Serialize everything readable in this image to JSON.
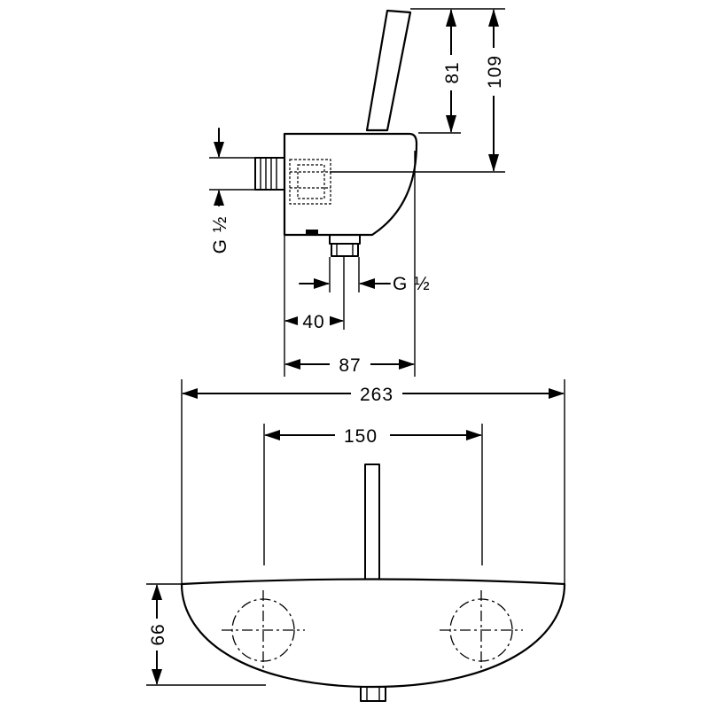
{
  "dimensions": {
    "handle_height": "81",
    "total_height": "109",
    "thread_inlet": "G ½",
    "thread_outlet": "G ½",
    "outlet_offset": "40",
    "depth": "87",
    "width": "263",
    "connection_spacing": "150",
    "body_height": "66"
  }
}
